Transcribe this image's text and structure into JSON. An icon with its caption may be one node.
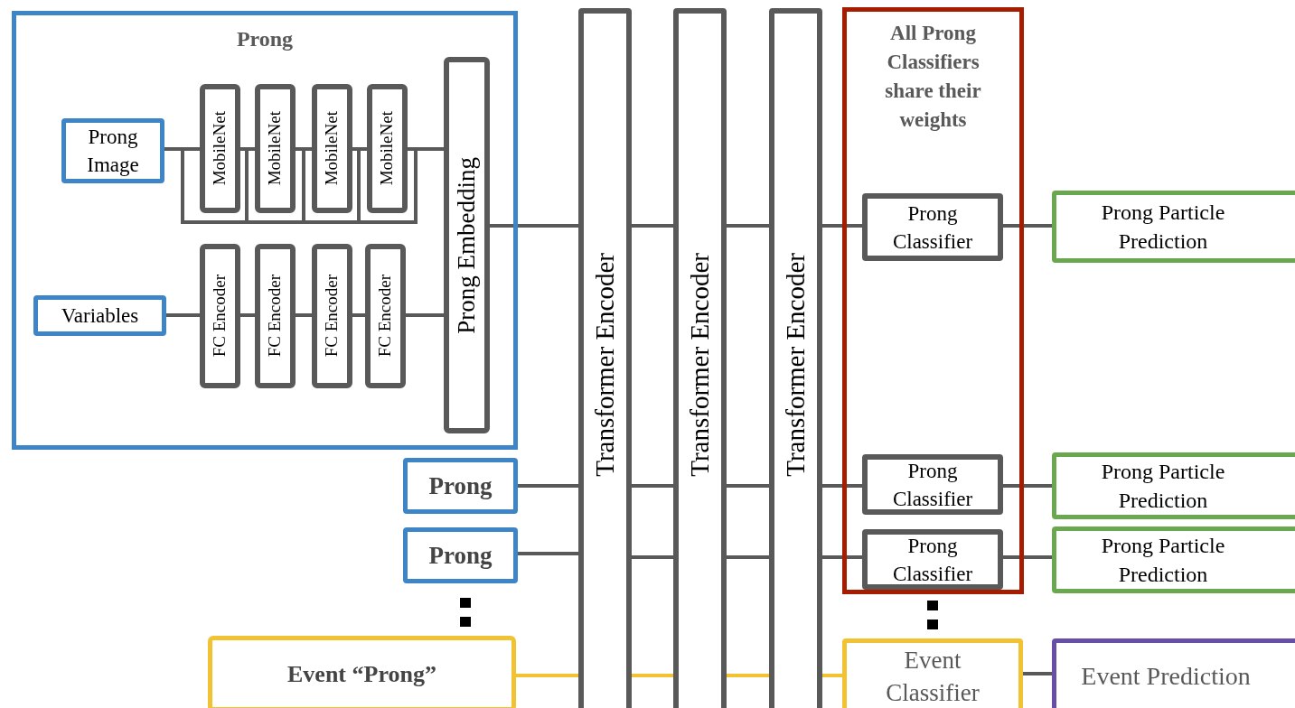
{
  "diagram": {
    "nodes": [
      {
        "text": [
          "Prong"
        ]
      },
      {
        "text": [
          "Prong Image"
        ],
        "in": 0
      },
      {
        "text": [
          "MobileNet"
        ],
        "in": 0
      },
      {
        "text": [
          "MobileNet"
        ],
        "in": 0
      },
      {
        "text": [
          "MobileNet"
        ],
        "in": 0
      },
      {
        "text": [
          "MobileNet"
        ],
        "in": 0
      },
      {
        "text": [
          "Variables"
        ],
        "in": 0
      },
      {
        "text": [
          "FC Encoder"
        ],
        "in": 0
      },
      {
        "text": [
          "FC Encoder"
        ],
        "in": 0
      },
      {
        "text": [
          "FC Encoder"
        ],
        "in": 0
      },
      {
        "text": [
          "FC Encoder"
        ],
        "in": 0
      },
      {
        "text": [
          "Prong Embedding"
        ],
        "in": 0
      },
      {
        "text": [
          "Prong"
        ]
      },
      {
        "text": [
          "Prong"
        ]
      },
      {
        "text": [
          "Event “Prong”"
        ]
      },
      {
        "text": [
          "Transformer Encoder"
        ]
      },
      {
        "text": [
          "Transformer Encoder"
        ]
      },
      {
        "text": [
          "Transformer Encoder"
        ]
      },
      {
        "text": [
          "All Prong Classifiers share their weights"
        ]
      },
      {
        "text": [
          "Prong Classifier"
        ],
        "in": 18
      },
      {
        "text": [
          "Prong Classifier"
        ],
        "in": 18
      },
      {
        "text": [
          "Prong Classifier"
        ],
        "in": 18
      },
      {
        "text": [
          "Event Classifier"
        ]
      },
      {
        "text": [
          "Prong Particle Prediction"
        ]
      },
      {
        "text": [
          "Prong Particle Prediction"
        ]
      },
      {
        "text": [
          "Prong Particle Prediction"
        ]
      },
      {
        "text": [
          "Event Prediction"
        ]
      }
    ],
    "edges": [
      {
        "from": 1,
        "to": 2,
        "arrow": "none"
      },
      {
        "from": 2,
        "to": 3,
        "arrow": "none"
      },
      {
        "from": 3,
        "to": 4,
        "arrow": "none"
      },
      {
        "from": 4,
        "to": 5,
        "arrow": "none"
      },
      {
        "from": 5,
        "to": 11,
        "arrow": "none"
      },
      {
        "from": 6,
        "to": 7,
        "arrow": "none"
      },
      {
        "from": 7,
        "to": 8,
        "arrow": "none"
      },
      {
        "from": 8,
        "to": 9,
        "arrow": "none"
      },
      {
        "from": 9,
        "to": 10,
        "arrow": "none"
      },
      {
        "from": 10,
        "to": 11,
        "arrow": "none"
      },
      {
        "from": 11,
        "to": 15,
        "arrow": "none"
      },
      {
        "from": 15,
        "to": 16,
        "arrow": "none"
      },
      {
        "from": 16,
        "to": 17,
        "arrow": "none"
      },
      {
        "from": 17,
        "to": 19,
        "arrow": "none"
      },
      {
        "from": 12,
        "to": 15,
        "arrow": "none"
      },
      {
        "from": 15,
        "to": 16,
        "arrow": "none"
      },
      {
        "from": 16,
        "to": 17,
        "arrow": "none"
      },
      {
        "from": 17,
        "to": 20,
        "arrow": "none"
      },
      {
        "from": 13,
        "to": 15,
        "arrow": "none"
      },
      {
        "from": 15,
        "to": 16,
        "arrow": "none"
      },
      {
        "from": 16,
        "to": 17,
        "arrow": "none"
      },
      {
        "from": 17,
        "to": 21,
        "arrow": "none"
      },
      {
        "from": 14,
        "to": 15,
        "arrow": "none",
        "color": "#f1c232"
      },
      {
        "from": 15,
        "to": 16,
        "arrow": "none",
        "color": "#f1c232"
      },
      {
        "from": 16,
        "to": 17,
        "arrow": "none",
        "color": "#f1c232"
      },
      {
        "from": 17,
        "to": 22,
        "arrow": "none",
        "color": "#f1c232"
      },
      {
        "from": 19,
        "to": 23,
        "arrow": "none"
      },
      {
        "from": 20,
        "to": 24,
        "arrow": "none"
      },
      {
        "from": 21,
        "to": 25,
        "arrow": "none"
      },
      {
        "from": 22,
        "to": 26,
        "arrow": "none"
      }
    ]
  }
}
